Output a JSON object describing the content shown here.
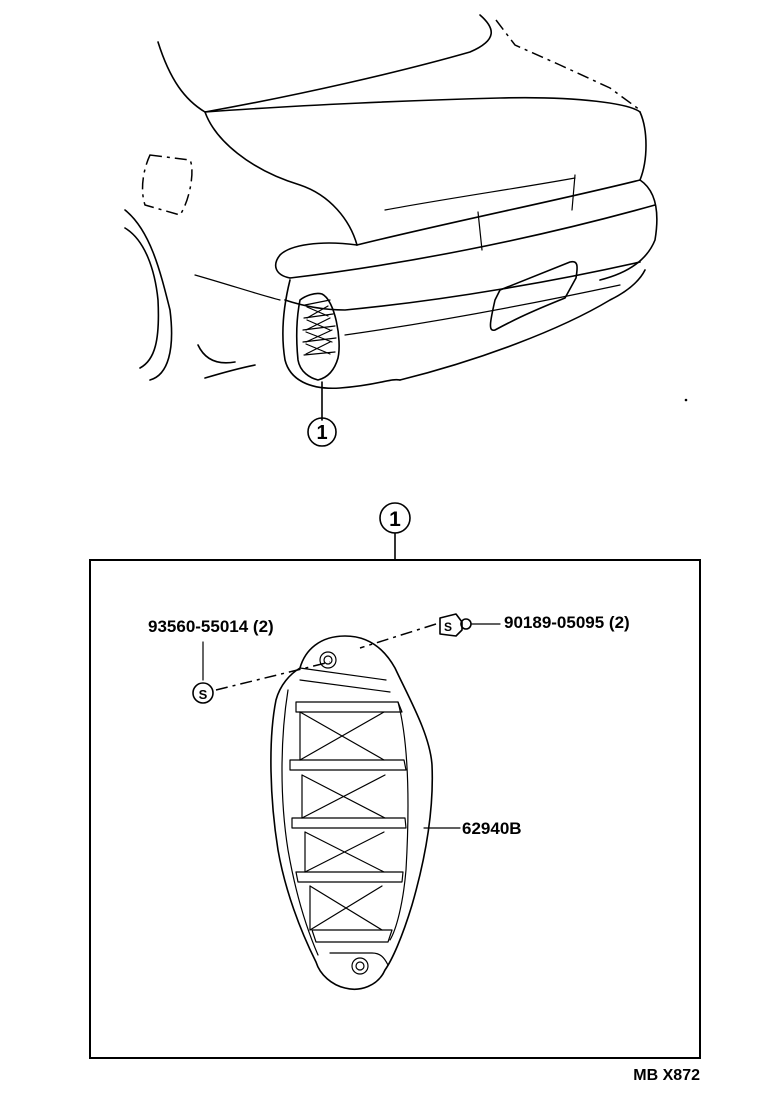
{
  "callouts": {
    "top_ref": "1",
    "box_ref": "1",
    "screw_symbol": "S",
    "clip_symbol": "S"
  },
  "parts": {
    "screw": "93560-55014 (2)",
    "clip": "90189-05095 (2)",
    "reflector": "62940B"
  },
  "footer": {
    "code": "MB X872"
  }
}
